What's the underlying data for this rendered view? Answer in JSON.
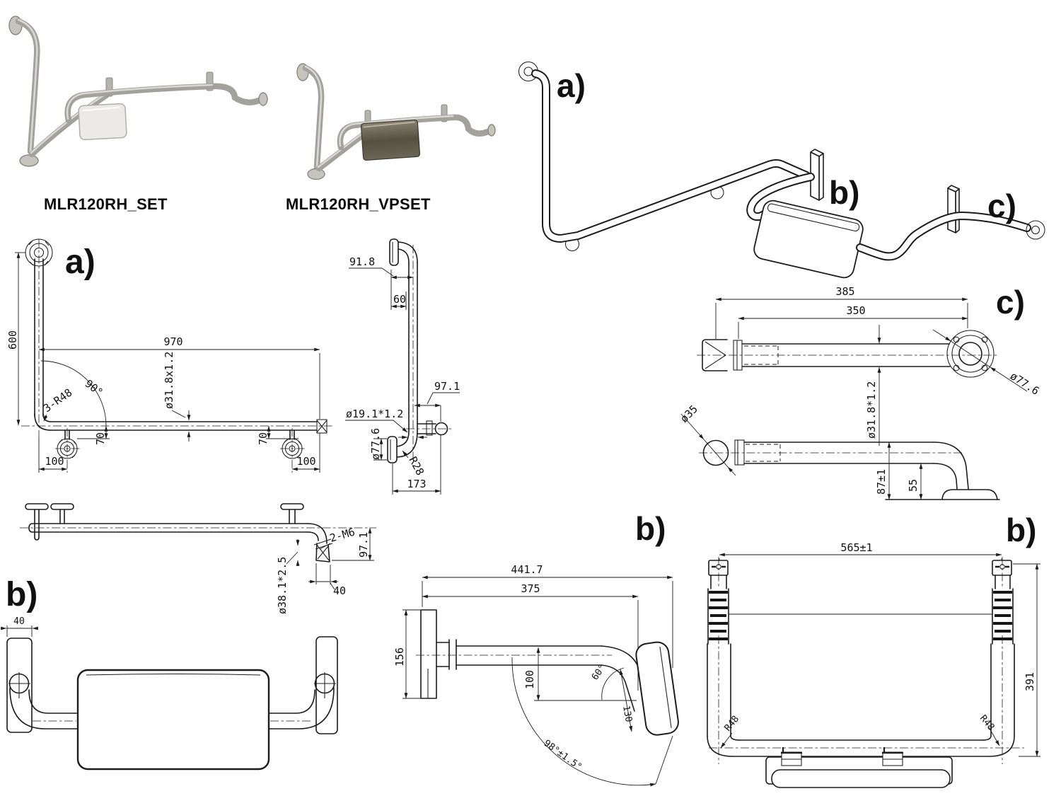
{
  "products": {
    "set": {
      "label": "MLR120RH_SET"
    },
    "vpset": {
      "label": "MLR120RH_VPSET"
    }
  },
  "iso": {
    "label_a": "a)",
    "label_b": "b)",
    "label_c": "c)"
  },
  "view_a_front": {
    "label": "a)",
    "dim_height": "600",
    "dim_width": "970",
    "dim_angle": "90°",
    "dim_radius": "3-R48",
    "dim_tube": "ø31.8x1.2",
    "dim_drop_left": "70",
    "dim_drop_right": "70",
    "dim_offset_left": "100",
    "dim_offset_right": "100"
  },
  "view_a_side": {
    "dim_top_width": "91.8",
    "dim_top_offset": "60",
    "dim_arm": "97.1",
    "dim_arm_tube": "ø19.1*1.2",
    "dim_flange": "ø77.6",
    "dim_bend_radius": "R28",
    "dim_depth": "173"
  },
  "view_c": {
    "label": "c)",
    "dim_total": "385",
    "dim_length": "350",
    "dim_flange": "ø77.6",
    "dim_tube": "ø31.8*1.2",
    "dim_grip": "ø35",
    "dim_height": "87±1",
    "dim_clearance": "55"
  },
  "view_b_top": {
    "dim_thread": "2-M6",
    "dim_arm": "97.1",
    "dim_tube": "ø38.1*2.5",
    "dim_offset": "40"
  },
  "view_b_front": {
    "label": "b)",
    "dim_plate": "40"
  },
  "view_b_side": {
    "label": "b)",
    "dim_total": "441.7",
    "dim_length": "375",
    "dim_plate": "156",
    "dim_drop": "100",
    "dim_pad": "130",
    "dim_pad_angle": "60°",
    "dim_swing": "98°±1.5°"
  },
  "view_b_plan": {
    "label": "b)",
    "dim_width": "565±1",
    "dim_radius_left": "R48",
    "dim_radius_right": "R48",
    "dim_depth": "391"
  }
}
